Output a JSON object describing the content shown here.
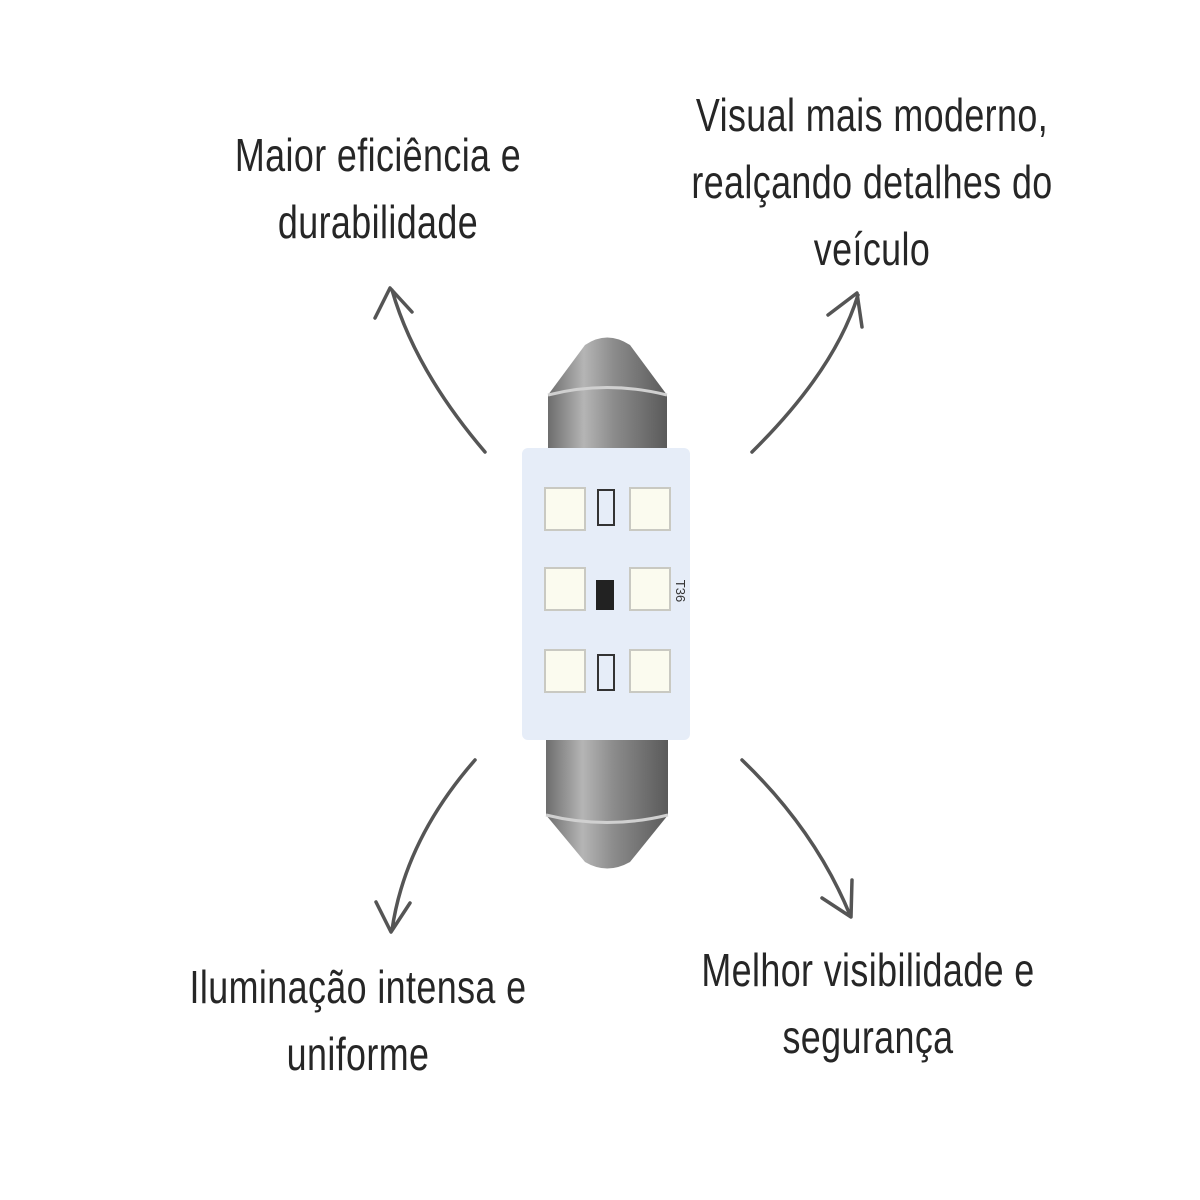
{
  "features": {
    "top_left": [
      "Maior eficiência e",
      "durabilidade"
    ],
    "top_right": [
      "Visual mais moderno,",
      "realçando detalhes do",
      "veículo"
    ],
    "bottom_left": [
      "Iluminação intensa e",
      "uniforme"
    ],
    "bottom_right": [
      "Melhor visibilidade e",
      "segurança"
    ]
  },
  "bulb": {
    "led_count": 6,
    "board_marking": "T36"
  },
  "colors": {
    "text": "#262626",
    "arrow": "#555555",
    "metal": "#8a8a8a",
    "board": "#e8eef8",
    "led": "#fbfbf0"
  }
}
